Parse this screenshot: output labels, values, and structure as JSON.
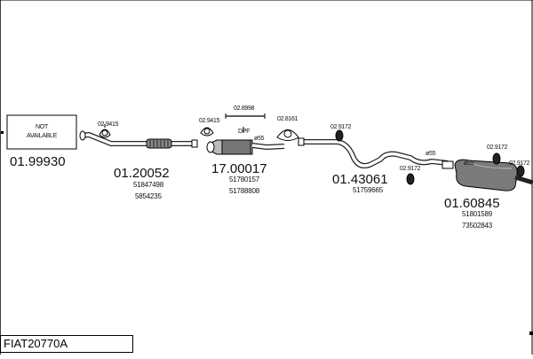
{
  "diagram": {
    "code": "FIAT20770A",
    "not_available_line1": "NOT",
    "not_available_line2": "AVAILABLE",
    "parts": [
      {
        "ref": "01.99930",
        "oem": []
      },
      {
        "ref": "01.20052",
        "oem": [
          "51847498",
          "5854235"
        ]
      },
      {
        "ref": "17.00017",
        "oem": [
          "51780157",
          "51788808"
        ]
      },
      {
        "ref": "01.43061",
        "oem": [
          "51759665"
        ]
      },
      {
        "ref": "01.60845",
        "oem": [
          "51801589",
          "73502843"
        ]
      }
    ],
    "small_parts": [
      "02.9415",
      "02.9415",
      "02.8998",
      "02.8161",
      "02.9172",
      "02.9172",
      "02.9172",
      "02.9172"
    ],
    "dpf_label": "DPF",
    "diameters": [
      "ø55",
      "ø55",
      "ø55"
    ]
  }
}
